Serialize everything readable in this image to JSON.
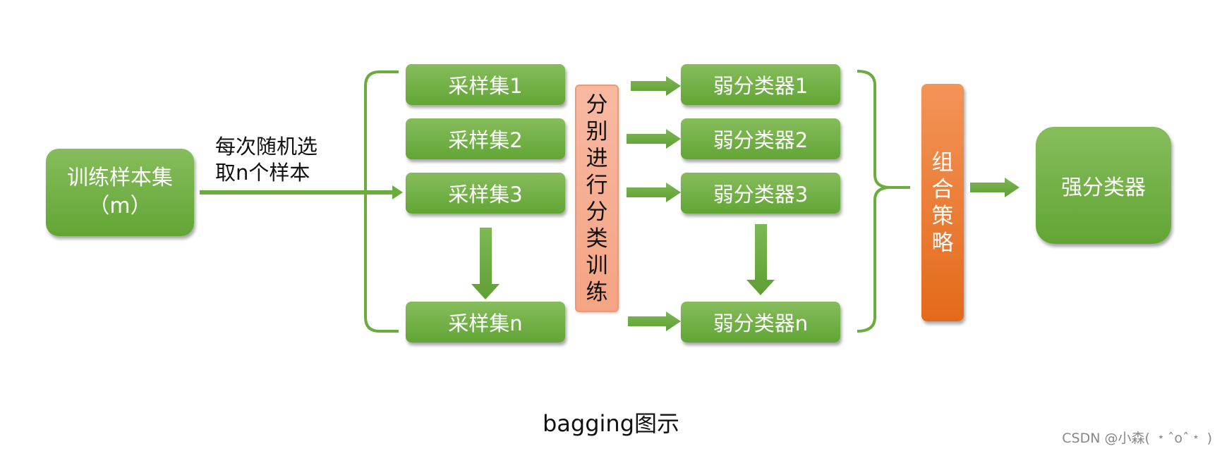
{
  "training_set": {
    "line1": "训练样本集",
    "line2": "（m）"
  },
  "sampling_label": {
    "line1": "每次随机选",
    "line2": "取n个样本"
  },
  "samples": [
    "采样集1",
    "采样集2",
    "采样集3",
    "采样集n"
  ],
  "split_training": [
    "分",
    "别",
    "进",
    "行",
    "分",
    "类",
    "训",
    "练"
  ],
  "weak_classifiers": [
    "弱分类器1",
    "弱分类器2",
    "弱分类器3",
    "弱分类器n"
  ],
  "combine_strategy": [
    "组",
    "合",
    "策",
    "略"
  ],
  "strong_classifier": "强分类器",
  "caption": "bagging图示",
  "watermark": "CSDN @小森( ﹡ˆoˆ﹡ )",
  "colors": {
    "green": "#6aac3e",
    "orange": "#e8731f",
    "salmon": "#f6a98a"
  }
}
